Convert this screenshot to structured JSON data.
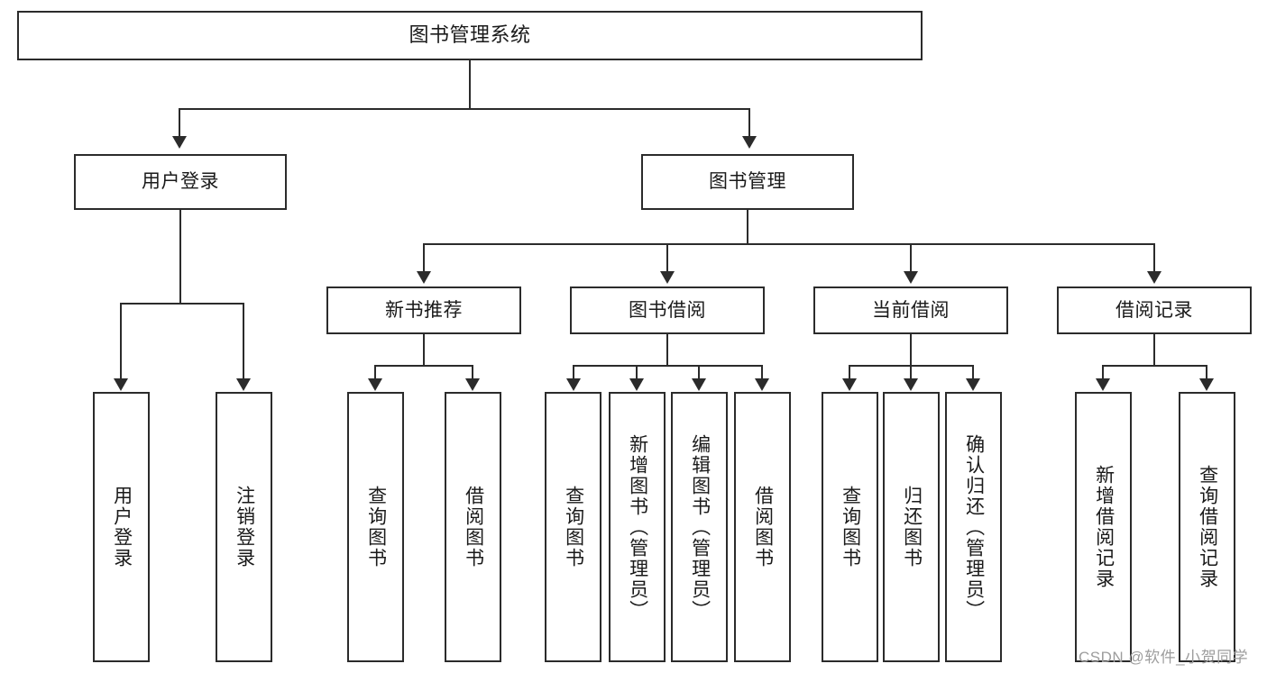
{
  "diagram": {
    "title": "图书管理系统",
    "root": {
      "label": "图书管理系统"
    },
    "level2": {
      "user_login": "用户登录",
      "book_manage": "图书管理"
    },
    "level3": {
      "new_book_rec": "新书推荐",
      "book_borrow": "图书借阅",
      "current_borrow": "当前借阅",
      "borrow_record": "借阅记录"
    },
    "leaves": {
      "user_login_1": "用户登录",
      "user_login_2": "注销登录",
      "new_book_rec_1": "查询图书",
      "new_book_rec_2": "借阅图书",
      "book_borrow_1": "查询图书",
      "book_borrow_2": "新增图书（管理员）",
      "book_borrow_3": "编辑图书（管理员）",
      "book_borrow_4": "借阅图书",
      "current_borrow_1": "查询图书",
      "current_borrow_2": "归还图书",
      "current_borrow_3": "确认归还（管理员）",
      "borrow_record_1": "新增借阅记录",
      "borrow_record_2": "查询借阅记录"
    }
  },
  "watermark": {
    "text": "CSDN @软件_小贺同学"
  },
  "colors": {
    "stroke": "#2b2b2b",
    "background": "#ffffff",
    "text": "#1a1a1a",
    "watermark": "#9d9d9d"
  }
}
